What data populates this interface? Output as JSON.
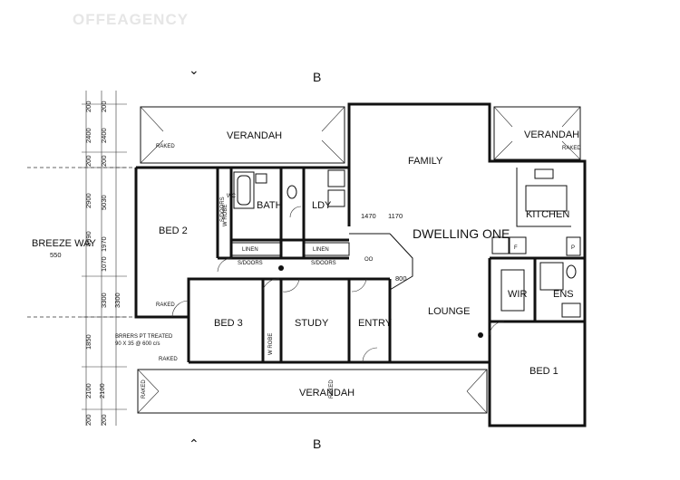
{
  "watermark": "OFFEAGENCY",
  "rooms": {
    "bed2": "BED 2",
    "bed3": "BED 3",
    "bed1": "BED 1",
    "study": "STUDY",
    "entry": "ENTRY",
    "lounge": "LOUNGE",
    "family": "FAMILY",
    "kitchen": "KITCHEN",
    "bath": "BATH",
    "ldy": "LDY",
    "wir": "WIR",
    "ens": "ENS",
    "verandah_top": "VERANDAH",
    "verandah_right": "VERANDAH",
    "verandah_bottom": "VERANDAH",
    "dwelling": "DWELLING ONE",
    "linen1": "LINEN",
    "linen2": "LINEN",
    "robe": "W ROBE",
    "robe_bed3": "W ROBE"
  },
  "notes": {
    "breeze_way": "BREEZE WAY",
    "breeze_w": "550",
    "section_top": "B",
    "section_bottom": "B",
    "wc": "WC",
    "dim_1470": "1470",
    "dim_1170": "1170",
    "dim_800": "800",
    "raked_1": "RAKED",
    "raked_2": "RAKED",
    "raked_3": "RAKED",
    "raked_4": "RAKED",
    "raked_5": "RAKED",
    "raked_6": "RAKED",
    "bearer_bottom": "BRRERS PT TREATED",
    "bearer_bottom2": "90 X 35 @ 600 c/s",
    "sliding_doors": "S/DOORS",
    "door_bed2": "S/DOORS",
    "door_ldy": "S/DOORS",
    "oo": "OO",
    "fridge": "F",
    "pantry": "P"
  },
  "dimensions_left_outer": [
    "200",
    "2400",
    "200",
    "2900",
    "5990",
    "1850",
    "2100",
    "2100",
    "200"
  ],
  "dimensions_left_inner": [
    "200",
    "2400",
    "200",
    "5030",
    "1970",
    "1070",
    "3300",
    "3300",
    "200"
  ]
}
